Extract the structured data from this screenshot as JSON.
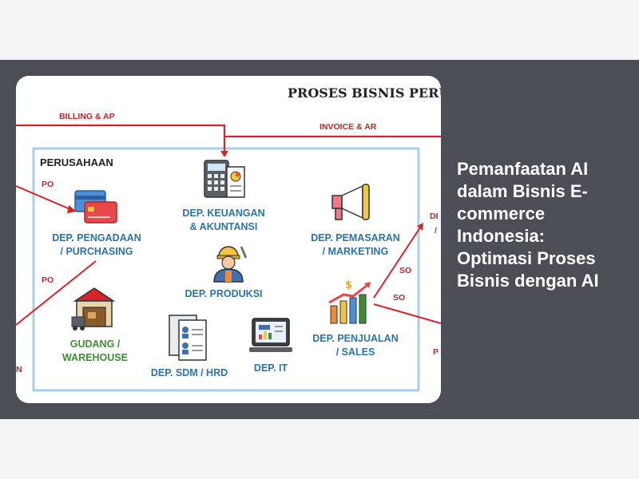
{
  "headline": "Pemanfaatan AI dalam Bisnis E-commerce Indonesia: Optimasi Proses Bisnis dengan AI",
  "diagram": {
    "title": "PROSES BISNIS PERU",
    "company": "PERUSAHAAN",
    "flows": {
      "billing": "BILLING & AP",
      "invoice": "INVOICE & AR",
      "po_top": "PO",
      "po_bottom": "PO",
      "so_top": "SO",
      "so_bottom": "SO",
      "edge_left": "N",
      "edge_right_top": "DI",
      "edge_right_top2": "/",
      "edge_right_bottom": "P"
    },
    "departments": {
      "keuangan": [
        "DEP. KEUANGAN",
        "& AKUNTANSI"
      ],
      "pengadaan": [
        "DEP. PENGADAAN",
        "/ PURCHASING"
      ],
      "pemasaran": [
        "DEP. PEMASARAN",
        "/ MARKETING"
      ],
      "produksi": "DEP. PRODUKSI",
      "gudang": [
        "GUDANG /",
        "WAREHOUSE"
      ],
      "sdm": "DEP. SDM / HRD",
      "it": "DEP. IT",
      "penjualan": [
        "DEP. PENJUALAN",
        "/ SALES"
      ]
    }
  },
  "colors": {
    "flow_red": "#d8232a",
    "box_blue": "#a9cdea",
    "label_blue": "#2b73ad",
    "label_green": "#3f8e36",
    "band": "#4b4f55"
  }
}
